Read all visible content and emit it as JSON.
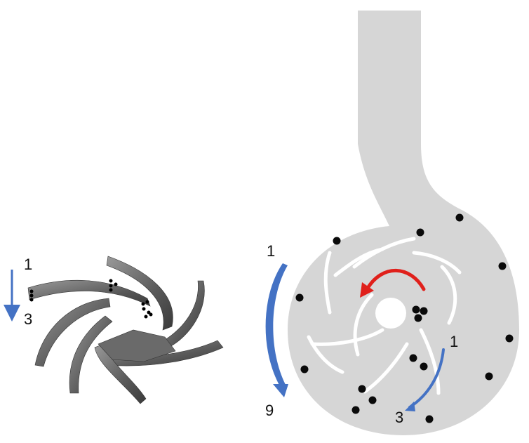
{
  "labels": {
    "impeller_top": "1",
    "impeller_bottom": "3",
    "casing_left_top": "1",
    "casing_left_bottom": "9",
    "casing_right_top": "1",
    "casing_right_bottom": "3"
  },
  "colors": {
    "casing_fill": "#d6d6d6",
    "blade_dark": "#555555",
    "blade_light": "#9a9a9a",
    "arrow_blue": "#4472c4",
    "arrow_red": "#e0201b",
    "particle": "#0a0a0a",
    "background": "#ffffff"
  }
}
